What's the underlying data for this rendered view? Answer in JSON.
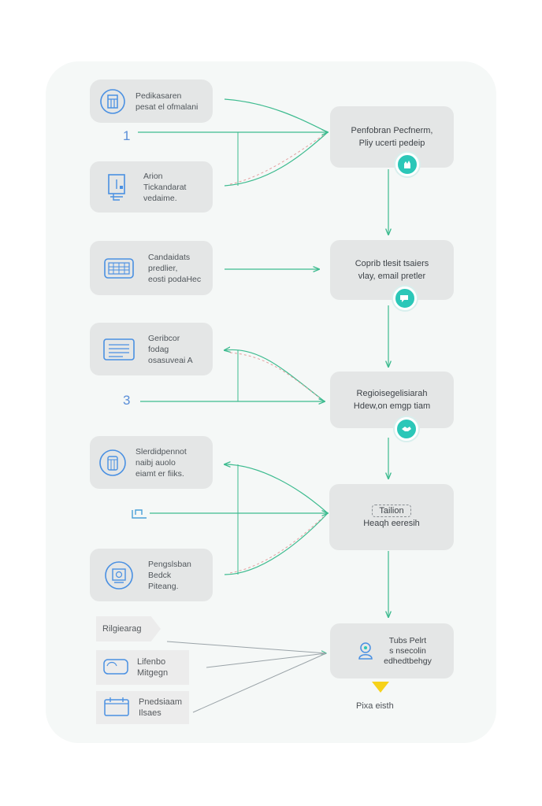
{
  "colors": {
    "box": "#e4e6e6",
    "panel": "#f5f8f7",
    "accent_teal": "#2bc7b8",
    "icon_blue": "#4a90e2",
    "line_green": "#3dbb8f",
    "arrow_yellow": "#f6d21a"
  },
  "left_nodes": [
    {
      "icon": "form-icon",
      "lines": [
        "Pedikasaren",
        "pesat el ofmalani"
      ]
    },
    {
      "icon": "monitor-icon",
      "lines": [
        "Arion",
        "Tickandarat",
        "vedaime."
      ]
    },
    {
      "icon": "keyboard-icon",
      "lines": [
        "Candaidats",
        "predlier,",
        "eosti podaHec"
      ]
    },
    {
      "icon": "document-icon",
      "lines": [
        "Geribcor",
        "fodag",
        "osasuveai A"
      ]
    },
    {
      "icon": "jar-icon",
      "lines": [
        "Slerdidpennot",
        "naibj auolo",
        "eiamt er fiiks."
      ]
    },
    {
      "icon": "gear-screen-icon",
      "lines": [
        "Pengslsban",
        "Bedck",
        "Piteang."
      ]
    }
  ],
  "right_nodes": [
    {
      "lines": [
        "Penfobran Pecfnerm,",
        "Pliy ucerti pedeip"
      ],
      "badge": "hand-icon"
    },
    {
      "lines": [
        "Coprib tlesit tsaiers",
        "vlay, email pretler"
      ],
      "badge": "chat-icon"
    },
    {
      "lines": [
        "Regioisegelisiarah",
        "Hdew,on emgp tiam"
      ],
      "badge": "handshake-icon"
    },
    {
      "lines": [
        "Tailion",
        "Heaqh eeresih"
      ],
      "badge": ""
    },
    {
      "lines": [
        "Tubs Pelrt",
        "s nsecolin",
        "edhedtbehgy"
      ],
      "badge": ""
    }
  ],
  "numbers": [
    "1",
    "3"
  ],
  "bottom_tags": [
    {
      "icon": "",
      "lines": [
        "Rilgiearag"
      ]
    },
    {
      "icon": "tablet-icon",
      "lines": [
        "Lifenbo",
        "Mitgegn"
      ]
    },
    {
      "icon": "calendar-icon",
      "lines": [
        "Pnedsiaam",
        "Ilsaes"
      ]
    }
  ],
  "final": {
    "label": "Pixa eisth"
  }
}
